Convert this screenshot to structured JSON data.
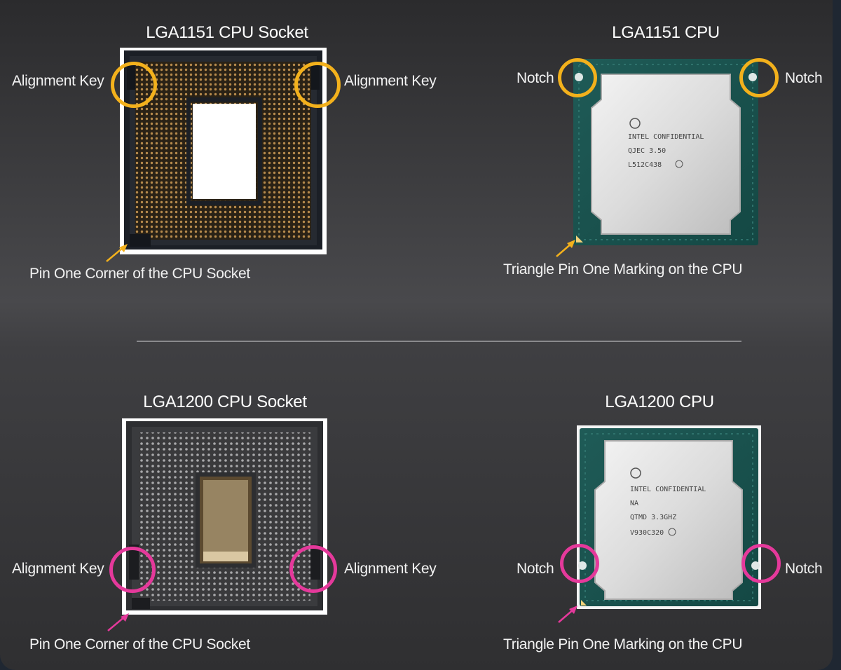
{
  "top": {
    "socket": {
      "title": "LGA1151 CPU Socket",
      "key_left": "Alignment Key",
      "key_right": "Alignment Key",
      "pin_one": "Pin One Corner of the CPU Socket"
    },
    "cpu": {
      "title": "LGA1151 CPU",
      "notch_left": "Notch",
      "notch_right": "Notch",
      "pin_one": "Triangle Pin One Marking on the CPU",
      "ihs_lines": [
        "INTEL CONFIDENTIAL",
        "QJEC 3.50",
        "L512C438"
      ]
    },
    "highlight_color": "#f3b11c"
  },
  "bottom": {
    "socket": {
      "title": "LGA1200 CPU Socket",
      "key_left": "Alignment Key",
      "key_right": "Alignment Key",
      "pin_one": "Pin One Corner of the CPU Socket"
    },
    "cpu": {
      "title": "LGA1200 CPU",
      "notch_left": "Notch",
      "notch_right": "Notch",
      "pin_one": "Triangle Pin One Marking on the CPU",
      "ihs_lines": [
        "INTEL CONFIDENTIAL",
        "NA",
        "QTMD 3.3GHZ",
        "V930C320"
      ]
    },
    "highlight_color": "#e5399b"
  }
}
